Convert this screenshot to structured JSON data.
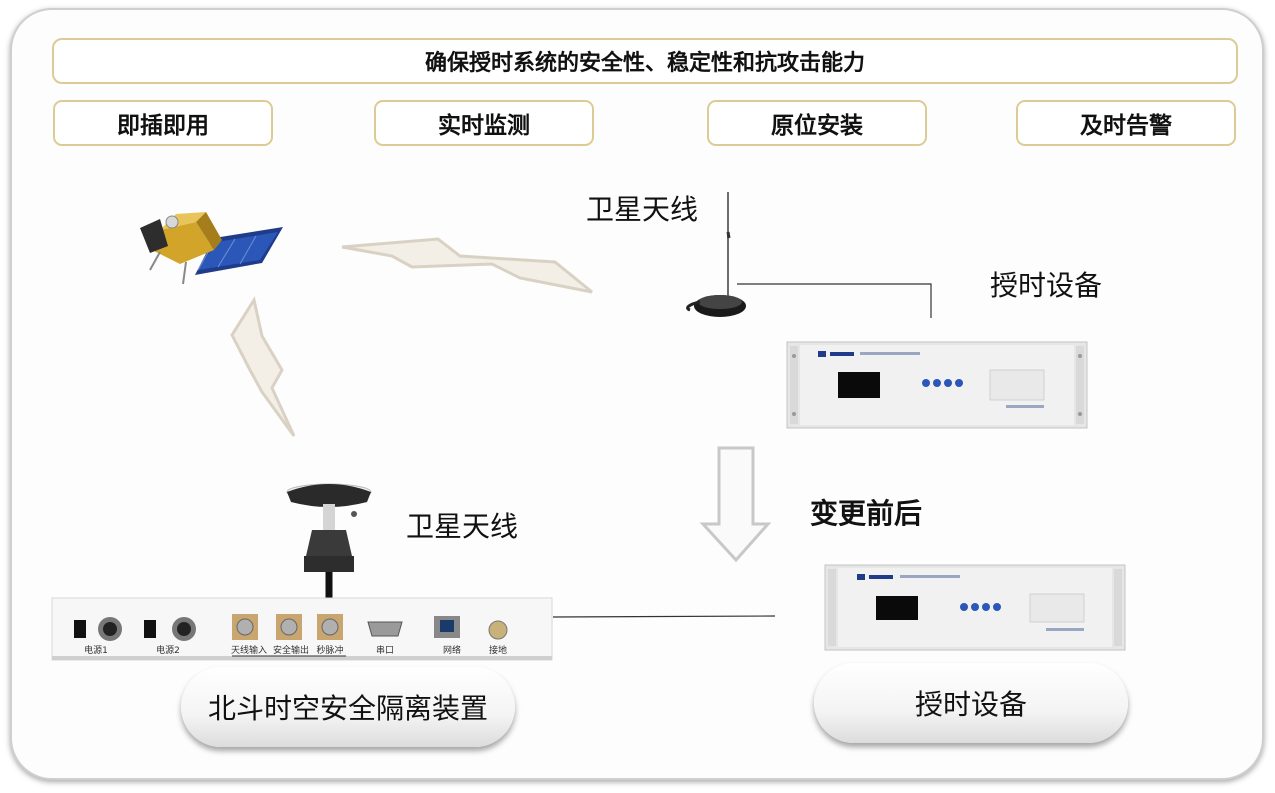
{
  "title": "确保授时系统的安全性、稳定性和抗攻击能力",
  "features": [
    {
      "label": "即插即用"
    },
    {
      "label": "实时监测"
    },
    {
      "label": "原位安装"
    },
    {
      "label": "及时告警"
    }
  ],
  "labels": {
    "antenna_top": "卫星天线",
    "antenna_bottom": "卫星天线",
    "timing_device_top": "授时设备",
    "change": "变更前后"
  },
  "pills": {
    "isolation_device": "北斗时空安全隔离装置",
    "timing_device": "授时设备"
  },
  "isolation_panel": {
    "ports": [
      "电源1",
      "电源2",
      "天线输入",
      "安全输出",
      "秒脉冲",
      "串口",
      "网络",
      "接地"
    ]
  },
  "colors": {
    "box_border": "#dccb94",
    "lightning": "#d9d2c4",
    "arrow": "#c8c8c8"
  }
}
